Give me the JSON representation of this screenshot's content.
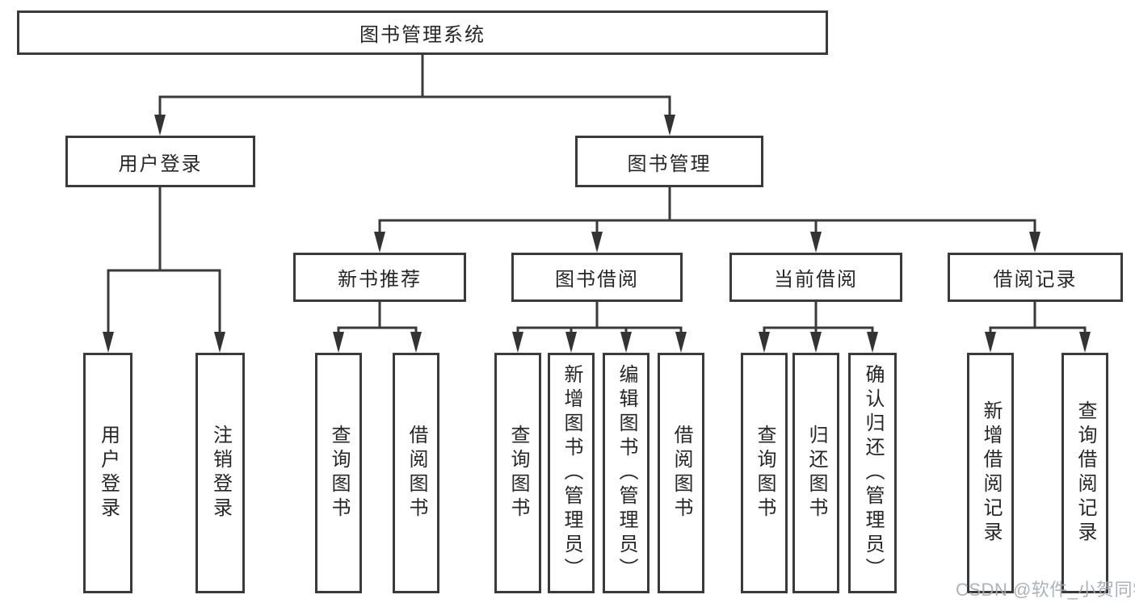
{
  "nodes": {
    "root": "图书管理系统",
    "level2": [
      "用户登录",
      "图书管理"
    ],
    "level3": [
      "新书推荐",
      "图书借阅",
      "当前借阅",
      "借阅记录"
    ],
    "leaves_user_login": [
      "用户登录",
      "注销登录"
    ],
    "leaves_new_book": [
      "查询图书",
      "借阅图书"
    ],
    "leaves_book_borrow": [
      "查询图书",
      "新增图书（管理员）",
      "编辑图书（管理员）",
      "借阅图书"
    ],
    "leaves_current_borrow": [
      "查询图书",
      "归还图书",
      "确认归还（管理员）"
    ],
    "leaves_borrow_record": [
      "新增借阅记录",
      "查询借阅记录"
    ]
  },
  "watermark": "CSDN @软件_小贺同学",
  "colors": {
    "line": "#3a3a3a",
    "box_border": "#3a3a3a",
    "text": "#262626",
    "watermark": "#a6abb1",
    "background": "#ffffff"
  }
}
